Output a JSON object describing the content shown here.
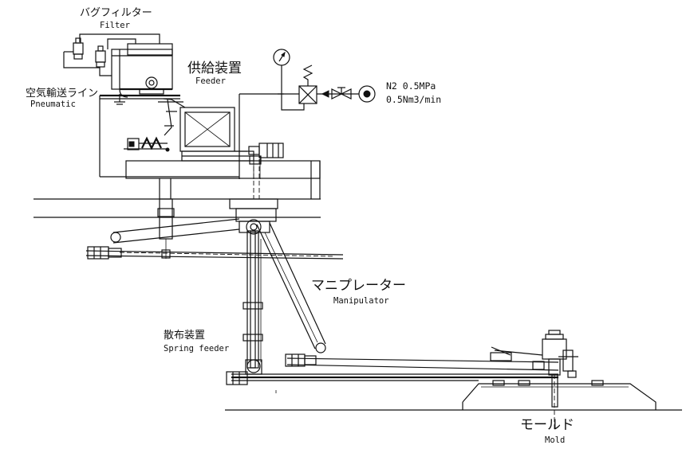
{
  "labels": {
    "bag_filter_jp": "バグフィルター",
    "bag_filter_en": "Filter",
    "feeder_jp": "供給装置",
    "feeder_en": "Feeder",
    "pneumatic_jp": "空気輸送ライン",
    "pneumatic_en": "Pneumatic",
    "n2_line1": "N2 0.5MPa",
    "n2_line2": "0.5Nm3/min",
    "manipulator_jp": "マニプレーター",
    "manipulator_en": "Manipulator",
    "spring_feeder_jp": "散布装置",
    "spring_feeder_en": "Spring feeder",
    "mold_jp": "モールド",
    "mold_en": "Mold"
  },
  "icons": [
    "pressure-gauge-icon",
    "valve-icon",
    "n2-source-icon",
    "motor-icon"
  ]
}
